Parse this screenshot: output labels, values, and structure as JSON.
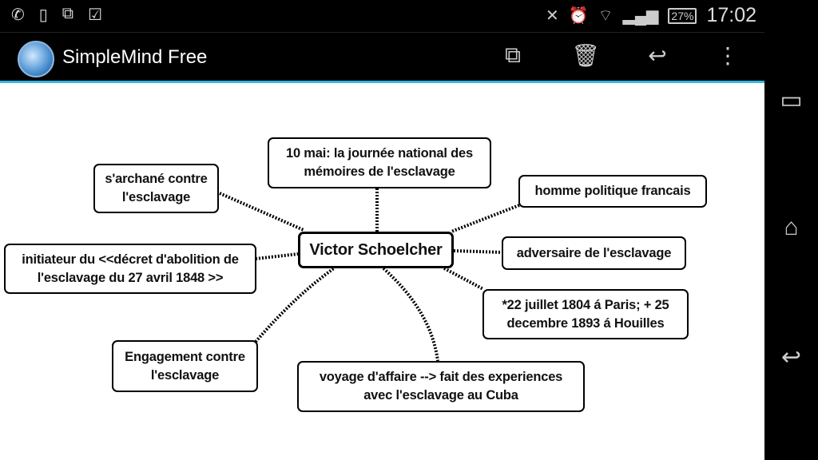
{
  "status_bar": {
    "time": "17:02",
    "battery": "27%",
    "left_icons": [
      "whatsapp-icon",
      "phone-icon",
      "screens-icon",
      "clipboard-check-icon"
    ],
    "right_icons": [
      "bluetooth-off-icon",
      "alarm-icon",
      "wifi-icon",
      "signal-icon"
    ]
  },
  "action_bar": {
    "title": "SimpleMind Free",
    "actions": [
      "switch-maps",
      "delete",
      "undo",
      "overflow-menu"
    ]
  },
  "mindmap": {
    "central": "Victor Schoelcher",
    "topics": [
      "10 mai: la journée national des mémoires de l'esclavage",
      "s'archané contre l'esclavage",
      "homme politique francais",
      "adversaire de l'esclavage",
      "initiateur du <<décret d'abolition de l'esclavage du 27 avril 1848 >>",
      "*22 juillet 1804 á Paris; + 25 decembre 1893 á Houilles",
      "Engagement contre l'esclavage",
      "voyage d'affaire --> fait des experiences avec l'esclavage au Cuba"
    ]
  },
  "nav_bar": [
    "recent-apps",
    "home",
    "back"
  ],
  "colors": {
    "accent": "#33b5e5"
  }
}
